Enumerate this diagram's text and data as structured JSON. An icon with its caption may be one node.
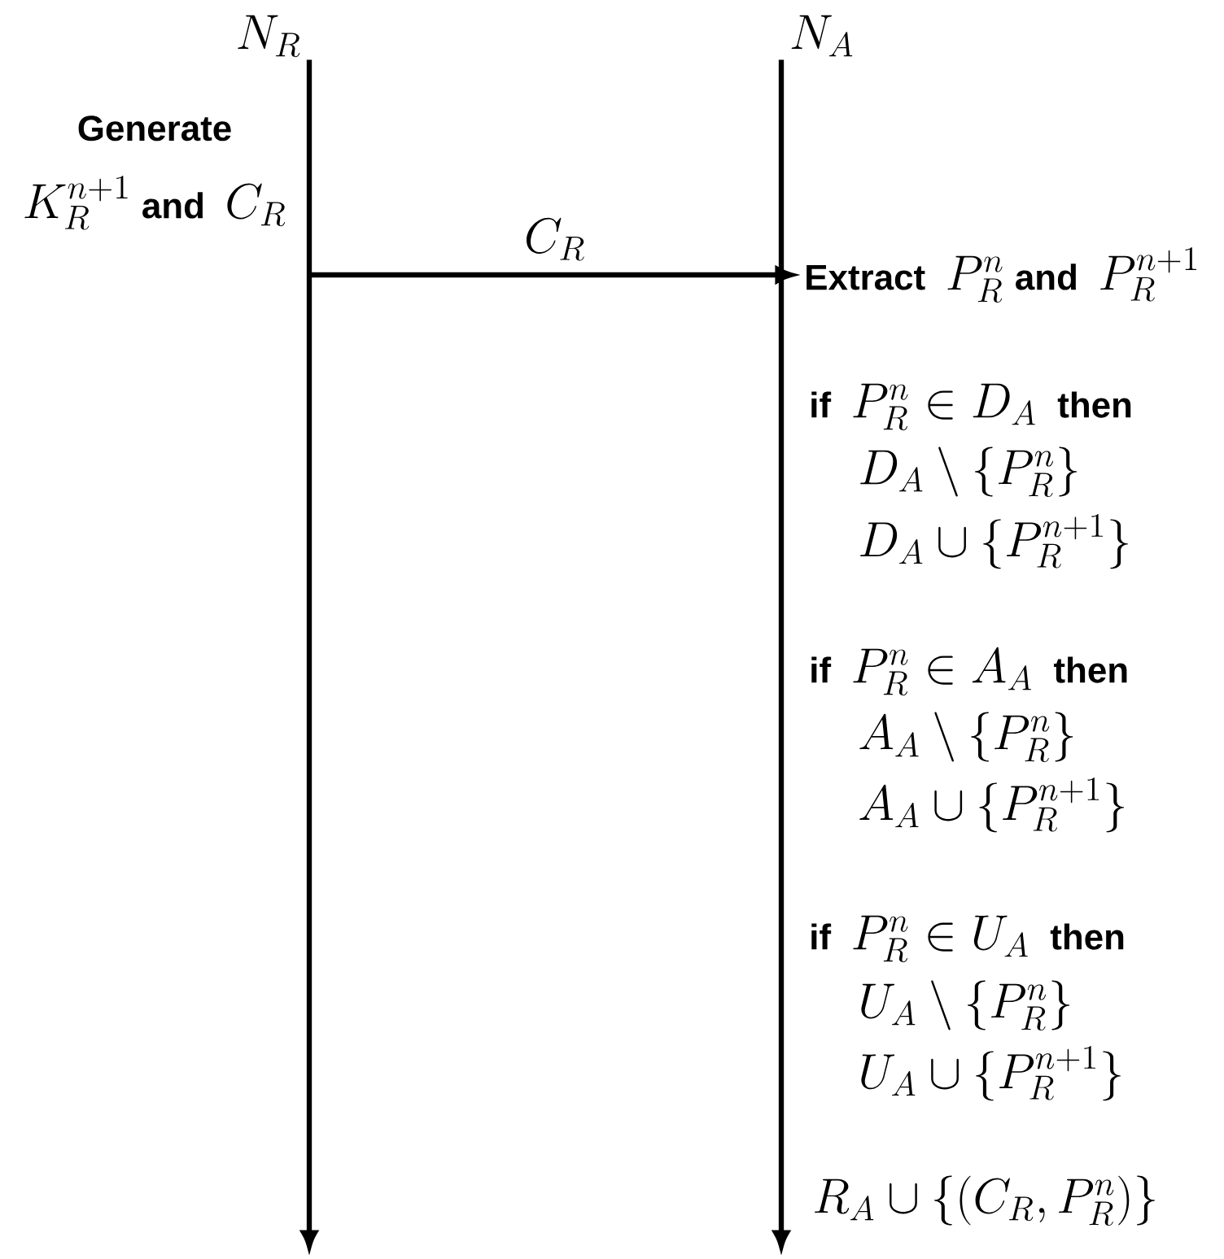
{
  "diagram": {
    "nodes": [
      {
        "text": [
          "N_R"
        ]
      },
      {
        "text": [
          "N_A"
        ]
      },
      {
        "text": [
          "Generate",
          "K_R^{n+1}\\ \\textbf{and}\\ \\ C_R"
        ]
      },
      {
        "text": [
          "\\textbf{Extract}\\ \\ P_R^n\\ \\textbf{and}\\ \\ P_R^{n+1}"
        ]
      }
    ],
    "edges": [
      {
        "from": 0,
        "to": null,
        "arrow": "to"
      },
      {
        "from": 1,
        "to": null,
        "arrow": "to"
      },
      {
        "from": null,
        "to": 3,
        "arrow": "to",
        "label": "C_R"
      }
    ],
    "labels": [
      "\\textbf{if}\\ \\ P_R^n \\in D_A\\ \\ \\textbf{then}",
      "D_A \\setminus \\{P_R^n\\}",
      "D_A \\cup \\{P_R^{n+1}\\}",
      "\\textbf{if}\\ \\ P_R^n \\in A_A\\ \\ \\textbf{then}",
      "A_A \\setminus \\{P_R^n\\}",
      "A_A \\cup \\{P_R^{n+1}\\}",
      "\\textbf{if}\\ \\ P_R^n \\in U_A\\ \\ \\textbf{then}",
      "U_A \\setminus \\{P_R^n\\}",
      "U_A \\cup \\{P_R^{n+1}\\}",
      "R_A \\cup \\{(C_R, P_R^n)\\}"
    ]
  }
}
